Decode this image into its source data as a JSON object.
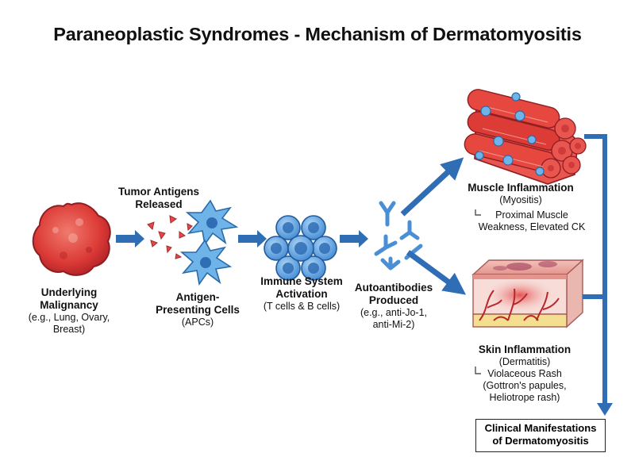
{
  "title": "Paraneoplastic Syndromes - Mechanism of Dermatomyositis",
  "nodes": {
    "malignancy": {
      "title_line1": "Underlying",
      "title_line2": "Malignancy",
      "detail_line1": "(e.g., Lung, Ovary,",
      "detail_line2": "Breast)"
    },
    "tumor_antigens": {
      "title_line1": "Tumor Antigens",
      "title_line2": "Released"
    },
    "apc": {
      "title_line1": "Antigen-",
      "title_line2": "Presenting Cells",
      "detail": "(APCs)"
    },
    "immune": {
      "title_line1": "Immune System",
      "title_line2": "Activation",
      "detail": "(T cells & B cells)"
    },
    "autoantibodies": {
      "title_line1": "Autoantibodies",
      "title_line2": "Produced",
      "detail_line1": "(e.g., anti-Jo-1,",
      "detail_line2": "anti-Mi-2)"
    },
    "muscle": {
      "title": "Muscle Inflammation",
      "detail": "(Myositis)",
      "symptom_line1": "Proximal Muscle",
      "symptom_line2": "Weakness, Elevated CK"
    },
    "skin": {
      "title": "Skin Inflammation",
      "detail": "(Dermatitis)",
      "symptom_line1": "Violaceous Rash",
      "symptom_line2": "(Gottron's papules,",
      "symptom_line3": "Heliotrope rash)"
    },
    "clinical": {
      "line1": "Clinical Manifestations",
      "line2": "of Dermatomyositis"
    }
  },
  "icons": [
    "tumor-cell-icon",
    "antigen-fragments-icon",
    "dendritic-cell-icon",
    "lymphocyte-cluster-icon",
    "antibody-icon",
    "muscle-fiber-icon",
    "skin-cross-section-icon"
  ],
  "colors": {
    "arrow": "#2f6db5",
    "tumor": "#e03a3a",
    "apc": "#5aa8e0",
    "lymphocyte": "#4a8fd6",
    "muscle": "#d93a3a",
    "skin_top": "#e9a6a0",
    "skin_dermis": "#f5d6d3",
    "fat": "#f3df8f"
  }
}
